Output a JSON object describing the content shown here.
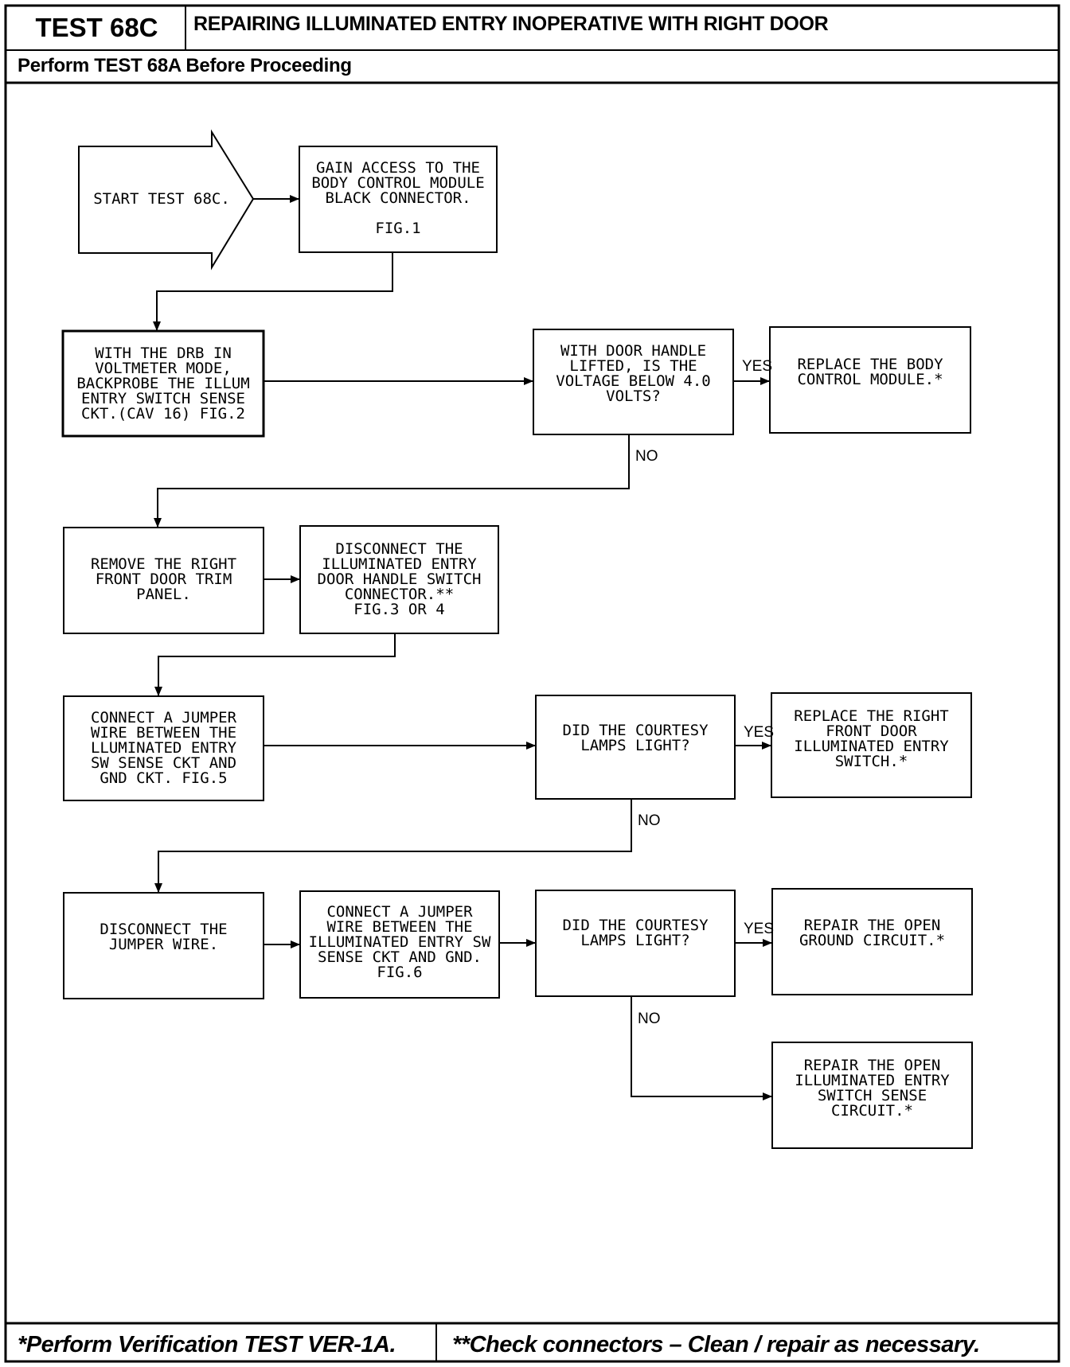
{
  "header": {
    "test_id": "TEST 68C",
    "title": "REPAIRING ILLUMINATED ENTRY INOPERATIVE WITH RIGHT DOOR",
    "prerequisite": "Perform TEST 68A Before Proceeding"
  },
  "flowchart": {
    "start": {
      "lines": [
        "START TEST 68C."
      ]
    },
    "gain_access": {
      "lines": [
        "GAIN ACCESS TO THE",
        "BODY CONTROL MODULE",
        "BLACK CONNECTOR."
      ],
      "ref": "FIG.1"
    },
    "backprobe": {
      "lines": [
        "WITH THE DRB IN",
        "VOLTMETER MODE,",
        "BACKPROBE THE ILLUM",
        "ENTRY SWITCH SENSE",
        "CKT.(CAV 16) FIG.2"
      ]
    },
    "decision_voltage": {
      "lines": [
        "WITH DOOR HANDLE",
        "LIFTED, IS THE",
        "VOLTAGE BELOW 4.0",
        "VOLTS?"
      ]
    },
    "replace_bcm": {
      "lines": [
        "REPLACE THE BODY",
        "CONTROL MODULE.*"
      ]
    },
    "remove_trim": {
      "lines": [
        "REMOVE THE RIGHT",
        "FRONT DOOR TRIM",
        "PANEL."
      ]
    },
    "disconnect_switch": {
      "lines": [
        "DISCONNECT THE",
        "ILLUMINATED ENTRY",
        "DOOR HANDLE SWITCH",
        "CONNECTOR.**",
        "FIG.3 OR 4"
      ]
    },
    "jumper_sense_gnd": {
      "lines": [
        "CONNECT A JUMPER",
        "WIRE BETWEEN THE",
        "LLUMINATED ENTRY",
        "SW SENSE CKT AND",
        "GND CKT. FIG.5"
      ]
    },
    "decision_lamps_1": {
      "lines": [
        "DID THE COURTESY",
        "LAMPS LIGHT?"
      ]
    },
    "replace_switch": {
      "lines": [
        "REPLACE THE RIGHT",
        "FRONT DOOR",
        "ILLUMINATED ENTRY",
        "SWITCH.*"
      ]
    },
    "disconnect_jumper": {
      "lines": [
        "DISCONNECT THE",
        "JUMPER WIRE."
      ]
    },
    "jumper_sense_gnd_2": {
      "lines": [
        "CONNECT A JUMPER",
        "WIRE BETWEEN THE",
        "ILLUMINATED ENTRY SW",
        "SENSE CKT AND GND.",
        "FIG.6"
      ]
    },
    "decision_lamps_2": {
      "lines": [
        "DID THE COURTESY",
        "LAMPS LIGHT?"
      ]
    },
    "repair_ground": {
      "lines": [
        "REPAIR THE OPEN",
        "GROUND CIRCUIT.*"
      ]
    },
    "repair_sense": {
      "lines": [
        "REPAIR THE OPEN",
        "ILLUMINATED ENTRY",
        "SWITCH SENSE",
        "CIRCUIT.*"
      ]
    },
    "labels": {
      "yes": "YES",
      "no": "NO"
    }
  },
  "footer": {
    "left_note": "*Perform Verification TEST VER-1A.",
    "right_note": "**Check connectors – Clean / repair as necessary."
  }
}
